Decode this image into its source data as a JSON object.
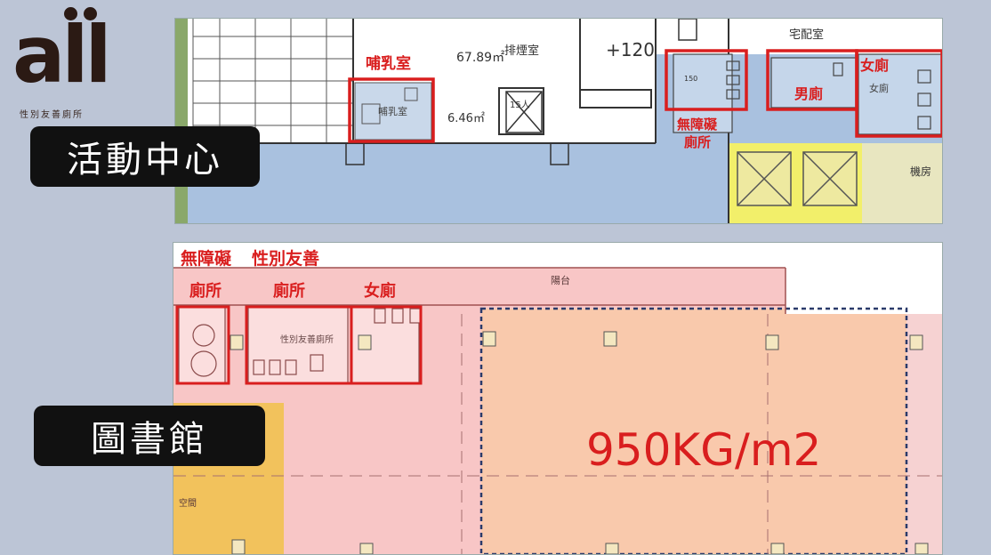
{
  "logo": {
    "word": "all",
    "subtitle": "性別友善廁所"
  },
  "labels": {
    "activity_center": "活動中心",
    "library": "圖書館"
  },
  "top_plan": {
    "nursing_room_red": "哺乳室",
    "nursing_room_plan": "哺乳室",
    "area_1": "67.89㎡",
    "smoke_room": "排煙室",
    "elevation": "+120",
    "area_2": "6.46㎡",
    "elevator_capacity": "15人",
    "parcel_room": "宅配室",
    "accessible_line1": "無障礙",
    "accessible_line2": "廁所",
    "mens": "男廁",
    "womens_red": "女廁",
    "womens_plan": "女廁",
    "machine_room": "機房",
    "fixture_num": "150"
  },
  "bottom_plan": {
    "accessible_title": "無障礙",
    "gender_friendly_title": "性別友善",
    "col_accessible": "廁所",
    "col_gender_friendly": "廁所",
    "col_womens": "女廁",
    "plan_gender_friendly": "性別友善廁所",
    "balcony": "陽台",
    "load": "950KG/m2",
    "area_note": "空間"
  },
  "colors": {
    "red": "#d91e1e",
    "blue_zone": "#a9c1df",
    "yellow_zone": "#f2ef6a",
    "pink_zone": "#f8c6c6",
    "orange_zone": "#f9c9ac",
    "gold_zone": "#f2c25c"
  }
}
